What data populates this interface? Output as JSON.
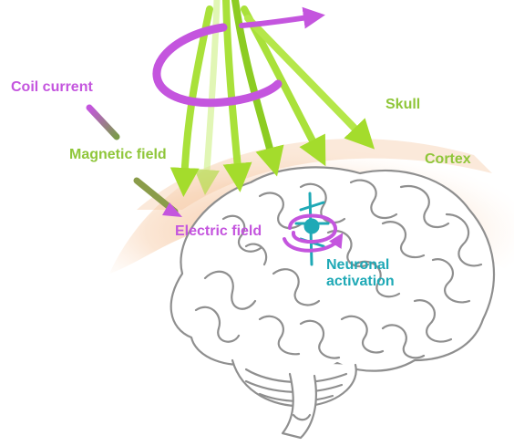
{
  "labels": {
    "coil_current": "Coil current",
    "magnetic_field": "Magnetic field",
    "skull": "Skull",
    "cortex": "Cortex",
    "electric_field": "Electric field",
    "neuronal_line1": "Neuronal",
    "neuronal_line2": "activation"
  },
  "colors": {
    "coil_purple": "#c455de",
    "field_green": "#9bd62a",
    "field_green_light": "#c9f07a",
    "neuron_teal": "#1fa9b6",
    "skull_peach": "#f6c79f",
    "brain_outline": "#8f8f8f",
    "label_green": "#8fc63a"
  },
  "icons": [
    "coil-loop-arrow",
    "magnetic-field-arrows",
    "brain-illustration",
    "neuron-icon",
    "electric-field-swirl"
  ]
}
